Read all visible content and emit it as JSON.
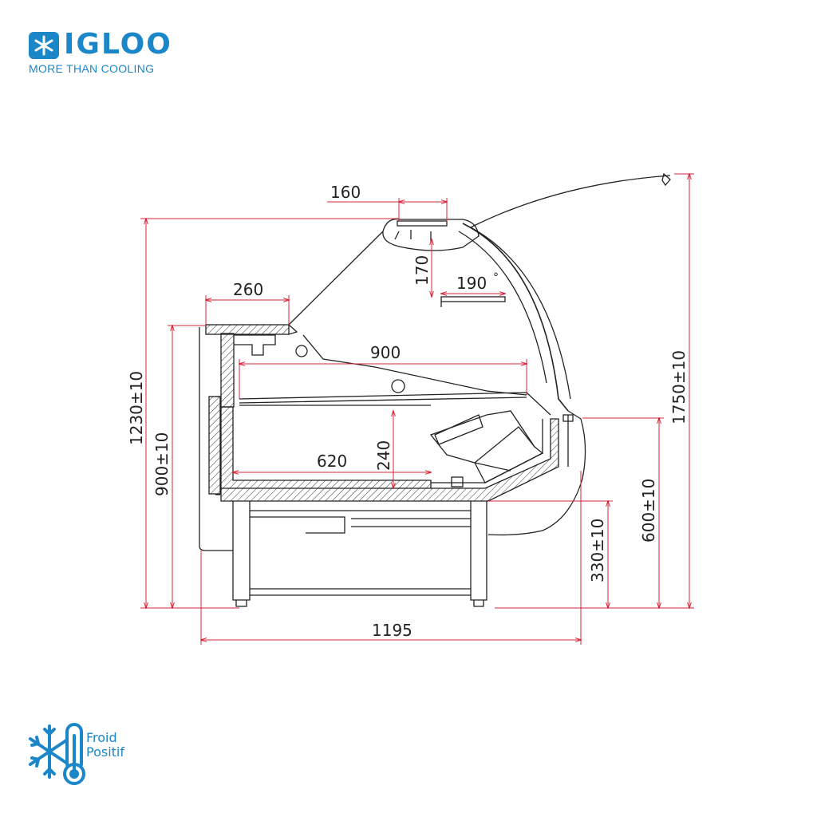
{
  "brand": {
    "name": "IGLOO",
    "tagline": "MORE THAN COOLING",
    "color": "#1b87c9"
  },
  "drawing": {
    "line_color": "#222222",
    "dimension_color": "#d9263a",
    "dimensions": {
      "top_shelf_depth": "160",
      "rear_shelf_depth": "260",
      "upper_shelf_height": "170",
      "upper_shelf_width": "190",
      "display_depth": "900",
      "well_depth": "620",
      "well_height": "240",
      "overall_height": "1230±10",
      "counter_height": "900±10",
      "total_height": "1750±10",
      "front_height": "600±10",
      "base_height": "330±10",
      "overall_depth": "1195"
    },
    "degree_symbol": "°"
  },
  "badge": {
    "line1": "Froid",
    "line2": "Positif",
    "icon": "snowflake-thermometer-icon"
  }
}
